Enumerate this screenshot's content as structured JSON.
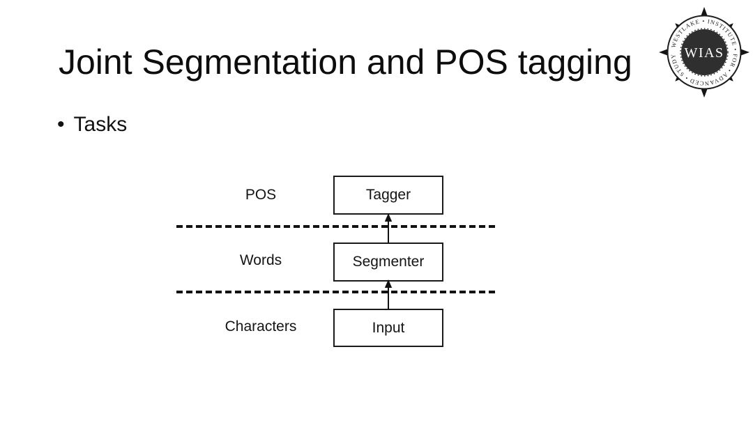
{
  "slide": {
    "title": "Joint Segmentation and POS tagging",
    "bullet": {
      "marker": "•",
      "label": "Tasks"
    }
  },
  "diagram": {
    "layers": [
      {
        "label": "POS",
        "box": "Tagger"
      },
      {
        "label": "Words",
        "box": "Segmenter"
      },
      {
        "label": "Characters",
        "box": "Input"
      }
    ]
  },
  "logo": {
    "ring_text": "WESTLAKE • INSTITUTE • FOR • ADVANCED • STUDY •",
    "monogram": "WIAS"
  },
  "colors": {
    "background": "#ffffff",
    "ink": "#111111",
    "logo_disc": "#2f2f2f"
  }
}
